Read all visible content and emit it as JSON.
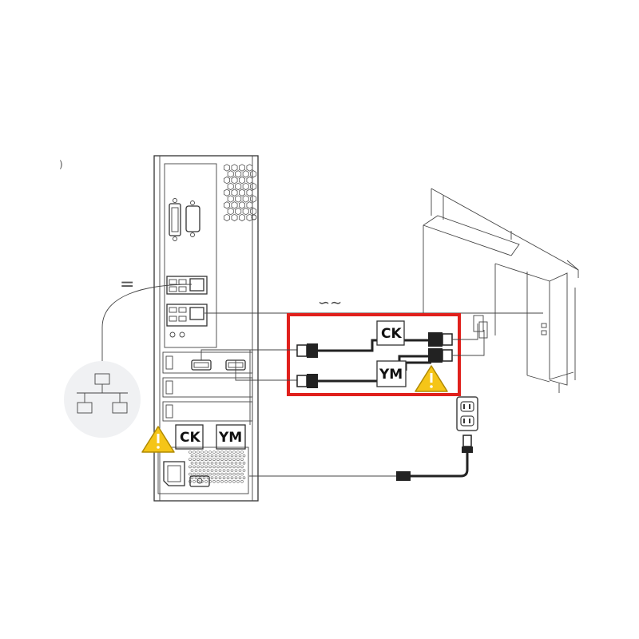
{
  "labels": {
    "panel_ck": "CK",
    "panel_ym": "YM",
    "callout_ck": "CK",
    "callout_ym": "YM",
    "equals_mark": "=",
    "crossover_mark": "∽∼",
    "corner_mark": ")"
  },
  "colors": {
    "line": "#333333",
    "highlight": "#e0201c",
    "warning_fill": "#f5c518",
    "warning_stroke": "#b08a00",
    "network_bubble": "#f0f1f3"
  },
  "icons": {
    "warning": "warning-triangle-icon",
    "network": "network-topology-icon",
    "outlet": "wall-outlet-icon"
  }
}
